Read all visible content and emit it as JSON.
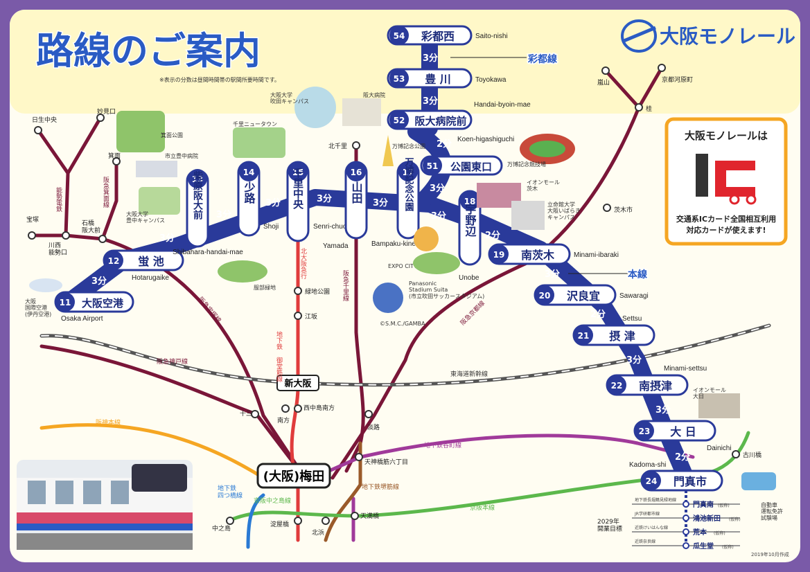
{
  "title": "路線のご案内",
  "note": "※表示の分数は昼間時間帯の駅間所要時間です。",
  "brand": {
    "name": "大阪モノレール"
  },
  "ic_box": {
    "title": "大阪モノレールは",
    "body_line1": "交通系ICカード全国相互利用",
    "body_line2": "対応カードが使えます!"
  },
  "line_labels": {
    "saito": "彩都線",
    "main": "本線"
  },
  "stations": [
    {
      "num": "54",
      "name": "彩都西",
      "romaji": "Saito-nishi"
    },
    {
      "num": "53",
      "name": "豊 川",
      "romaji": "Toyokawa"
    },
    {
      "num": "52",
      "name": "阪大病院前",
      "romaji": "Handai-byoin-mae"
    },
    {
      "num": "51",
      "name": "公園東口",
      "romaji": "Koen-higashiguchi"
    },
    {
      "num": "11",
      "name": "大阪空港",
      "romaji": "Osaka Airport"
    },
    {
      "num": "12",
      "name": "蛍 池",
      "romaji": "Hotarugaike"
    },
    {
      "num": "13",
      "name": "柴原阪大前",
      "romaji": "Shibahara-handai-mae"
    },
    {
      "num": "14",
      "name": "少路",
      "romaji": "Shoji"
    },
    {
      "num": "15",
      "name": "千里中央",
      "romaji": "Senri-chuo"
    },
    {
      "num": "16",
      "name": "山田",
      "romaji": "Yamada"
    },
    {
      "num": "17",
      "name": "万博記念公園",
      "romaji": "Bampaku-kinen-koen"
    },
    {
      "num": "18",
      "name": "宇野辺",
      "romaji": "Unobe"
    },
    {
      "num": "19",
      "name": "南茨木",
      "romaji": "Minami-ibaraki"
    },
    {
      "num": "20",
      "name": "沢良宜",
      "romaji": "Sawaragi"
    },
    {
      "num": "21",
      "name": "摂 津",
      "romaji": "Settsu"
    },
    {
      "num": "22",
      "name": "南摂津",
      "romaji": "Minami-settsu"
    },
    {
      "num": "23",
      "name": "大 日",
      "romaji": "Dainichi"
    },
    {
      "num": "24",
      "name": "門真市",
      "romaji": "Kadoma-shi"
    }
  ],
  "times": {
    "t54_53": "3分",
    "t53_52": "3分",
    "t52_51": "2分",
    "t51_17": "3分",
    "t11_12": "3分",
    "t12_13": "3分",
    "t13_14": "3分",
    "t14_15": "3分",
    "t15_16": "3分",
    "t16_17": "3分",
    "t17_18": "3分",
    "t18_19": "2分",
    "t19_20": "3分",
    "t20_21": "2分",
    "t21_22": "3分",
    "t22_23": "3分",
    "t23_24": "2分"
  },
  "landmarks": {
    "minoh_park": "箕面公園",
    "toyonaka_hosp": "市立豊中病院",
    "osaka_univ_toyonaka": "大阪大学\n豊中キャンパス",
    "senri_newtown": "千里ニュータウン",
    "osaka_univ_suita": "大阪大学\n吹田キャンパス",
    "handai_hosp": "阪大病院",
    "expo_park": "万博記念公園",
    "expo_stadium": "万博記念競技場",
    "aeon_ibaraki": "イオンモール\n茨木",
    "ritsumeikan": "立命館大学\n大阪いばらき\nキャンパス",
    "hattori": "服部緑地",
    "airport_jp": "大阪\n国際空港\n(伊丹空港)",
    "expocity": "EXPO CITY",
    "panasonic": "Panasonic\nStadium Suita\n(市立吹田サッカースタジアム)",
    "gamba": "©S.M.C./GAMBA",
    "aeon_dainichi": "イオンモール\n大日",
    "license": "自動車\n運転免許\n試験場"
  },
  "other_stations": {
    "shinosaka": "新大阪",
    "umeda": "(大阪)梅田",
    "juso": "十三",
    "minamikata": "南方",
    "nishinakajima": "西中島南方",
    "awaji": "淡路",
    "tenjinbashi": "天神橋筋六丁目",
    "tenma": "天満橋",
    "yodoyabashi": "淀屋橋",
    "kitahama": "北浜",
    "nakanoshima": "中之島",
    "kitasenri": "北千里",
    "ryokuchi": "緑地公園",
    "esaka": "江坂",
    "kawanishi": "川西\n能勢口",
    "takarazuka": "宝塚",
    "ishibashi": "石橋\n阪大前",
    "minoh": "箕面",
    "minoo_kayano": "妙見口",
    "nissei": "日生中央",
    "arashiyama": "嵐山",
    "kawaramachi": "京都河原町",
    "katsura": "桂",
    "ibarakishi": "茨木市",
    "furukawabashi": "古川橋"
  },
  "rail_lines": {
    "nose": "能勢電鉄",
    "minoh_line": "阪急箕面線",
    "takarazuka_line": "阪急宝塚線",
    "kobe_line": "阪急神戸線",
    "kyoto_line": "阪急京都線",
    "senri_line": "阪急千里線",
    "midosuji": "地下鉄\n御堂筋線",
    "kitakyu": "北大阪急行",
    "hanshin": "阪神本線",
    "shinkansen": "東海道新幹線",
    "tanimachi": "地下鉄谷町線",
    "sakaisuji": "地下鉄堺筋線",
    "keihan": "京阪本線",
    "nakanoshima_line": "京阪中之島線",
    "yotsubashi": "地下鉄\n四つ橋線"
  },
  "extension": {
    "target": "2029年\n開業目標",
    "stations": [
      {
        "name": "門真南",
        "suffix": "(仮称)",
        "line": "地下鉄長堀鶴見緑地線"
      },
      {
        "name": "鴻池新田",
        "suffix": "(仮称)",
        "line": "JR学研都市線"
      },
      {
        "name": "荒本",
        "suffix": "(仮称)",
        "line": "近鉄けいはんな線"
      },
      {
        "name": "瓜生堂",
        "suffix": "(仮称)",
        "line": "近鉄奈良線"
      }
    ]
  },
  "footer_date": "2019年10月作成",
  "colors": {
    "monorail_blue": "#2a3a9a",
    "hankyu": "#7a1638",
    "midosuji": "#e03c3c",
    "keihan": "#5cb84c",
    "tanimachi": "#a03a9a",
    "hanshin": "#f5a623",
    "yotsubashi": "#2a7ad4",
    "sakaisuji": "#9a5a2a",
    "jr": "#555555",
    "ic_border": "#f5a623"
  }
}
